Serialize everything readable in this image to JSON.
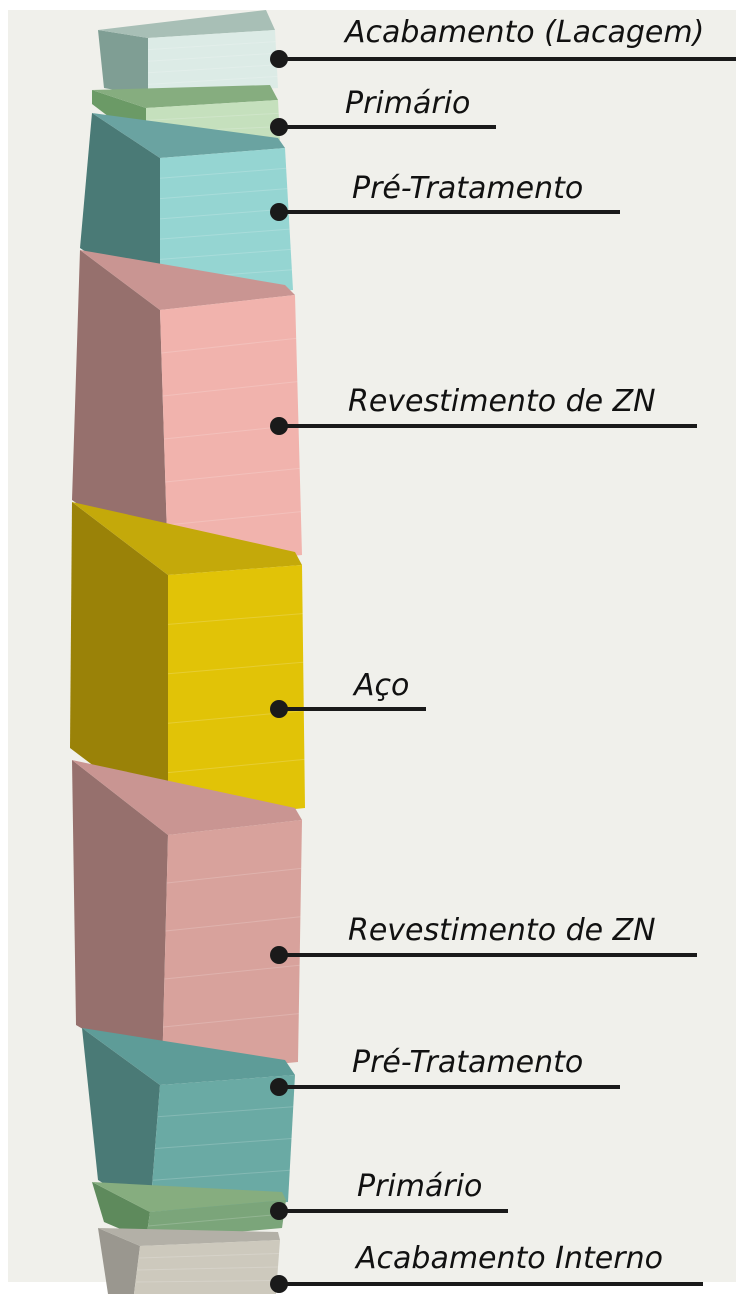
{
  "diagram": {
    "background_color": "#f0f0eb",
    "layers": [
      {
        "label": "Acabamento (Lacagem)",
        "front_color": "#dcebe6",
        "side_color": "#7f9e94",
        "top_color": "#a8bfb6"
      },
      {
        "label": "Primário",
        "front_color": "#c5e0bd",
        "side_color": "#6b9a66",
        "top_color": "#86ad7f"
      },
      {
        "label": "Pré-Tratamento",
        "front_color": "#95d5d2",
        "side_color": "#4a7a76",
        "top_color": "#6aa3a1"
      },
      {
        "label": "Revestimento de ZN",
        "front_color": "#f1b3ad",
        "side_color": "#96706d",
        "top_color": "#c99592"
      },
      {
        "label": "Aço",
        "front_color": "#e1c307",
        "side_color": "#9a8208",
        "top_color": "#c4a90a"
      },
      {
        "label": "Revestimento de ZN",
        "front_color": "#d8a29c",
        "side_color": "#96706d",
        "top_color": "#c99592"
      },
      {
        "label": "Pré-Tratamento",
        "front_color": "#6aaaa4",
        "side_color": "#4a7a76",
        "top_color": "#5e9c98"
      },
      {
        "label": "Primário",
        "front_color": "#7ba57a",
        "side_color": "#5e8a5c",
        "top_color": "#86ad7f"
      },
      {
        "label": "Acabamento Interno",
        "front_color": "#cdc9bd",
        "side_color": "#9a978f",
        "top_color": "#b3b0a7"
      }
    ]
  }
}
